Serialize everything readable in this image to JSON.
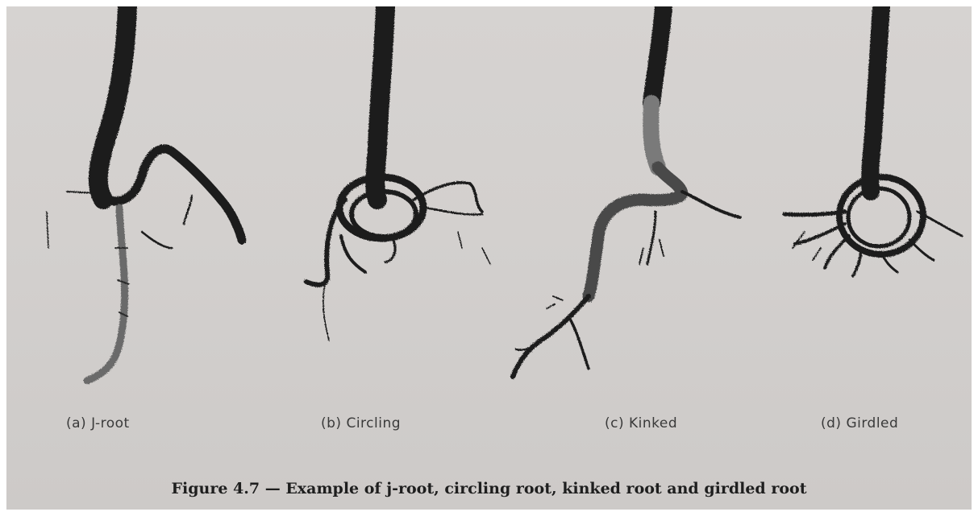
{
  "figure": {
    "panels": [
      {
        "label": "(a) J-root"
      },
      {
        "label": "(b) Circling"
      },
      {
        "label": "(c) Kinked"
      },
      {
        "label": "(d) Girdled"
      }
    ],
    "caption": "Figure 4.7 — Example of j-root, circling root, kinked root and girdled root",
    "colors": {
      "paper": "#d4d1cf",
      "ink": "#1c1c1c",
      "caption_text": "#1e1e1e",
      "label_text": "#3a3a3a"
    }
  }
}
